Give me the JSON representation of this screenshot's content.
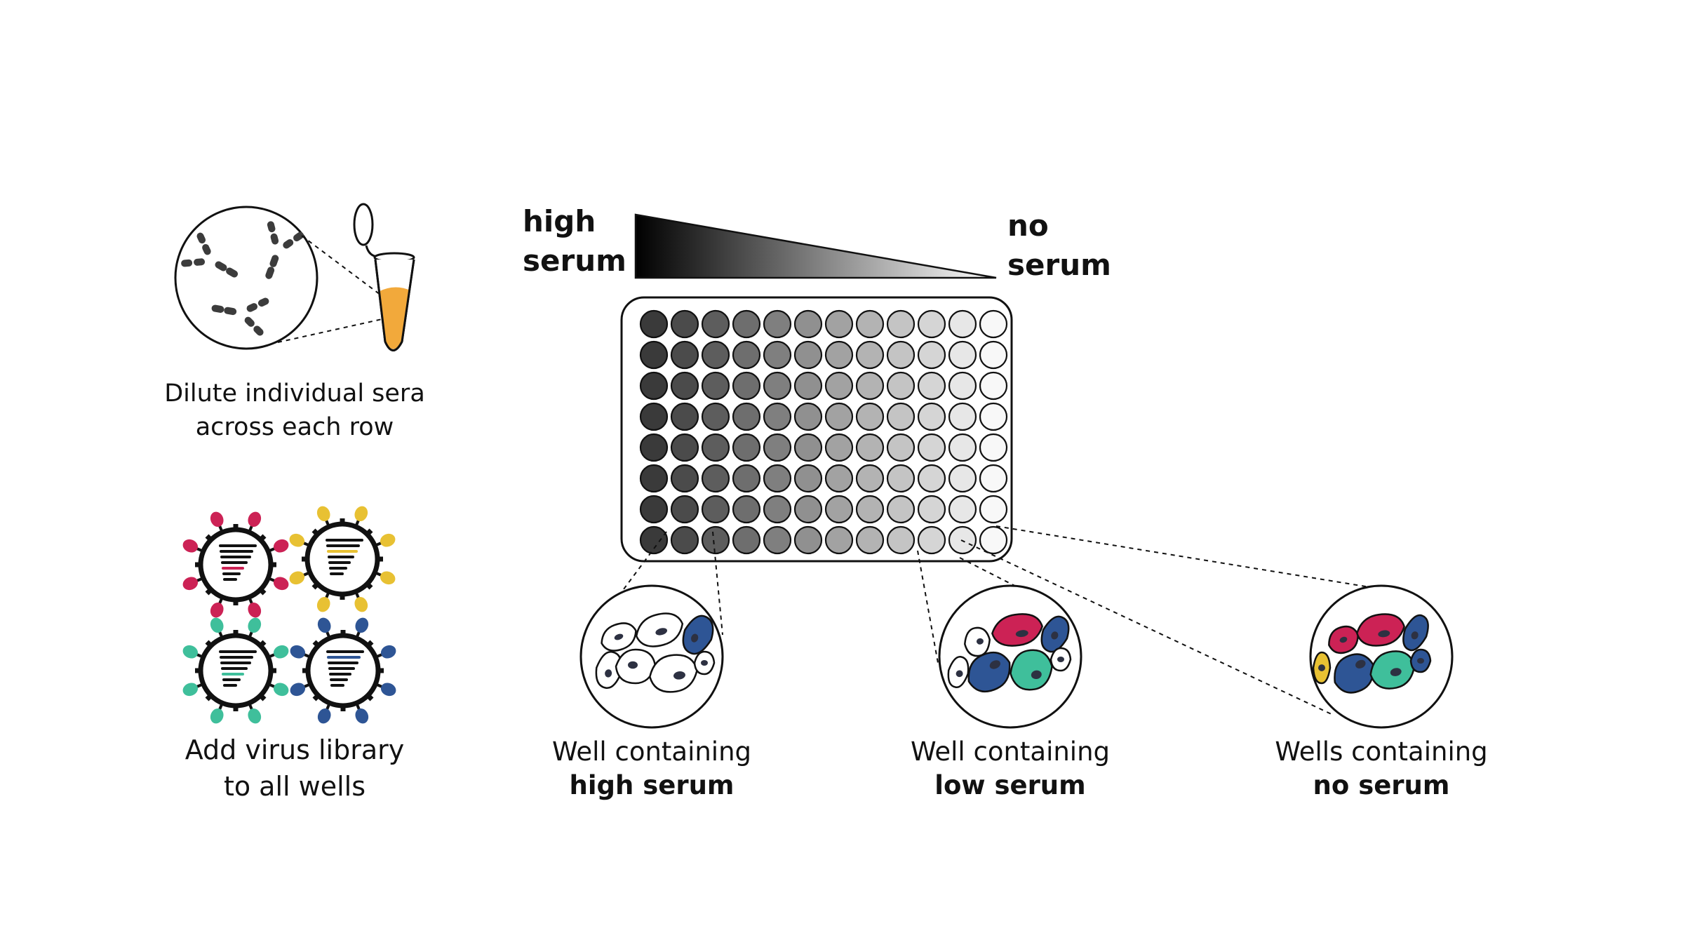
{
  "gradient": {
    "left_label_1": "high",
    "left_label_2": "serum",
    "right_label_1": "no",
    "right_label_2": "serum"
  },
  "plate": {
    "rows": 8,
    "columns": 12
  },
  "steps": {
    "dilute_1": "Dilute individual sera",
    "dilute_2": "across each row",
    "virus_1": "Add virus library",
    "virus_2": "to all wells"
  },
  "wells": {
    "high_1": "Well containing",
    "high_2": "high serum",
    "low_1": "Well containing",
    "low_2": "low serum",
    "none_1": "Wells containing",
    "none_2": "no serum"
  },
  "colors": {
    "red": "#cc2255",
    "yellow": "#e8c133",
    "teal": "#3fbf9b",
    "blue": "#2e5595",
    "tube": "#f2a93b",
    "antibody": "#3c3c3c",
    "outline": "#1a1a1a"
  }
}
